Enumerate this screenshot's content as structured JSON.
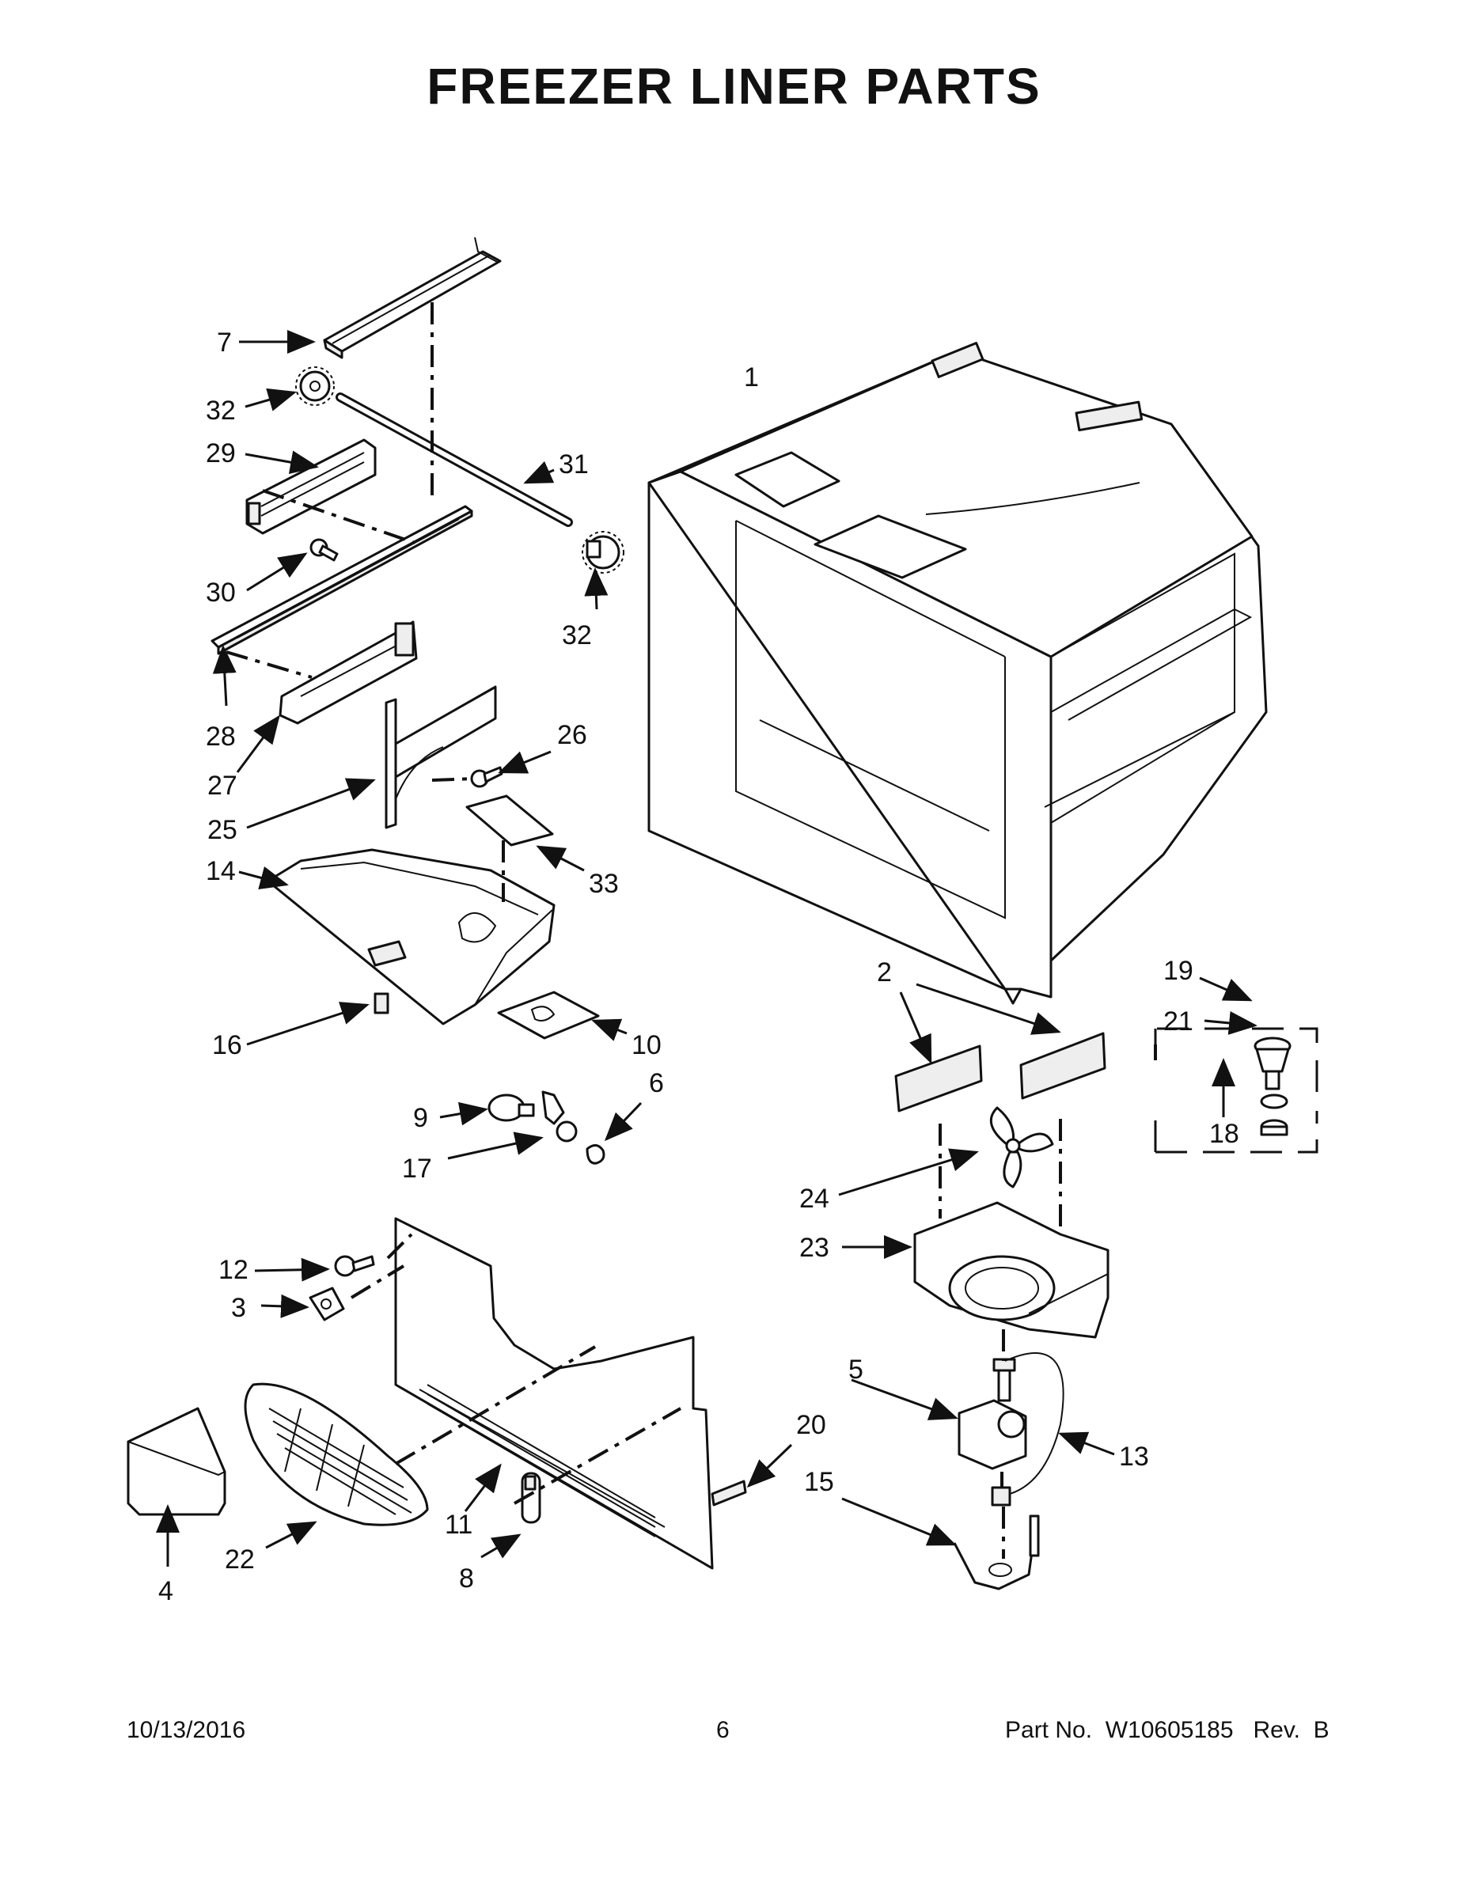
{
  "title": "FREEZER LINER PARTS",
  "footer": {
    "date": "10/13/2016",
    "page": "6",
    "part_no": "Part No.  W10605185   Rev.  B"
  },
  "callouts": [
    "1",
    "2",
    "3",
    "4",
    "5",
    "6",
    "7",
    "8",
    "9",
    "10",
    "11",
    "12",
    "13",
    "14",
    "15",
    "16",
    "17",
    "18",
    "19",
    "20",
    "21",
    "22",
    "23",
    "24",
    "25",
    "26",
    "27",
    "28",
    "29",
    "30",
    "31",
    "32",
    "32",
    "33"
  ]
}
